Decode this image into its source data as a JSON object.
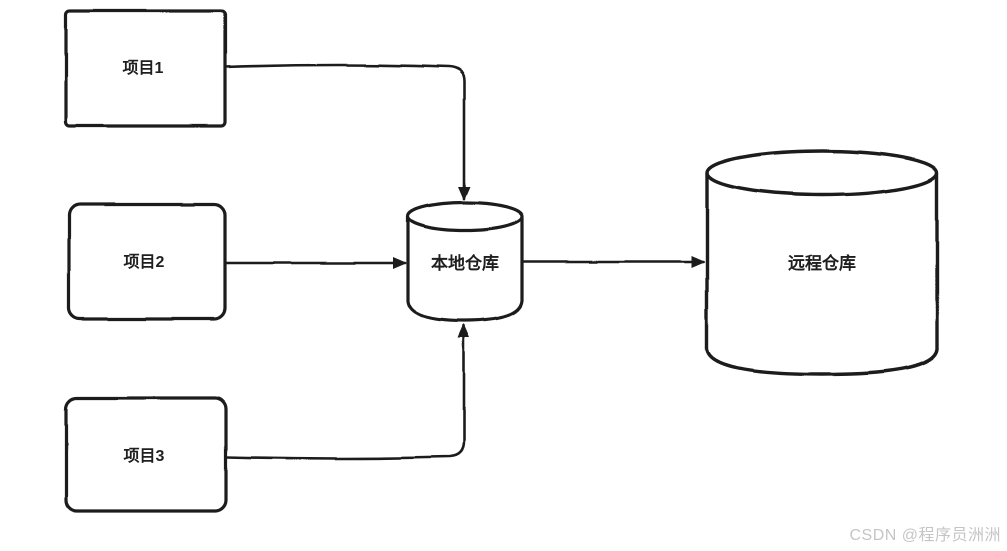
{
  "diagram": {
    "title": "git-repository-flow-diagram",
    "nodes": {
      "project1": {
        "label": "项目1",
        "shape": "rectangle"
      },
      "project2": {
        "label": "项目2",
        "shape": "rectangle"
      },
      "project3": {
        "label": "项目3",
        "shape": "rectangle"
      },
      "local_repo": {
        "label": "本地仓库",
        "shape": "cylinder"
      },
      "remote_repo": {
        "label": "远程仓库",
        "shape": "cylinder"
      }
    },
    "edges": [
      {
        "from": "project1",
        "to": "local_repo",
        "arrow": "to-top"
      },
      {
        "from": "project2",
        "to": "local_repo",
        "arrow": "to-left"
      },
      {
        "from": "project3",
        "to": "local_repo",
        "arrow": "to-bottom"
      },
      {
        "from": "local_repo",
        "to": "remote_repo",
        "arrow": "to-left"
      }
    ],
    "colors": {
      "stroke": "#1c1c1c",
      "text": "#1f1f1f",
      "background": "#ffffff",
      "watermark": "#c5c5c5"
    }
  },
  "watermark": {
    "text": "CSDN @程序员洲洲"
  }
}
